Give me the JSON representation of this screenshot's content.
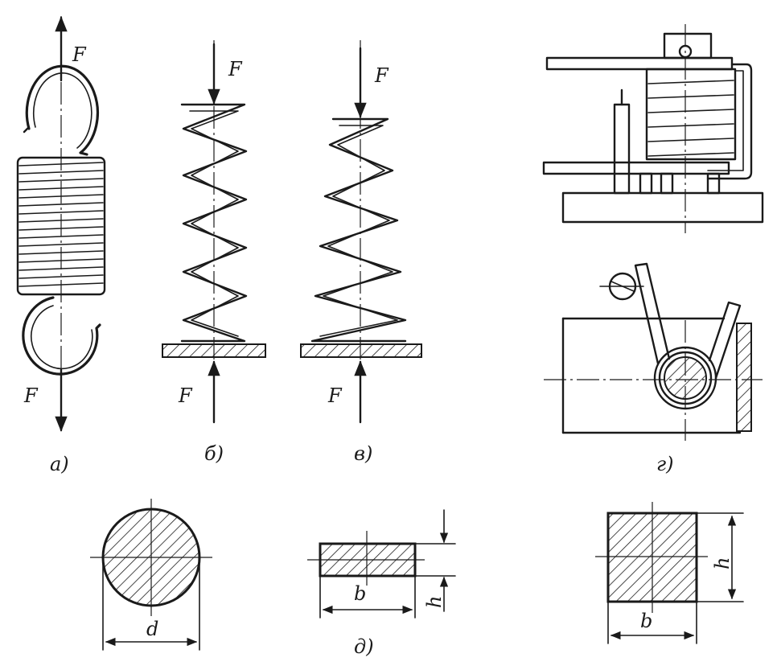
{
  "labels": {
    "force_a_top": "F",
    "force_a_bottom": "F",
    "force_b_top": "F",
    "force_b_bottom": "F",
    "force_v_top": "F",
    "force_v_bottom": "F",
    "caption_a": "а)",
    "caption_b": "б)",
    "caption_v": "в)",
    "caption_g": "г)",
    "caption_d": "д)",
    "dim_d": "d",
    "dim_b_rect": "b",
    "dim_h_rect": "h",
    "dim_b_square": "b",
    "dim_h_square": "h"
  },
  "colors": {
    "ink": "#1a1a1a",
    "background": "#ffffff"
  }
}
